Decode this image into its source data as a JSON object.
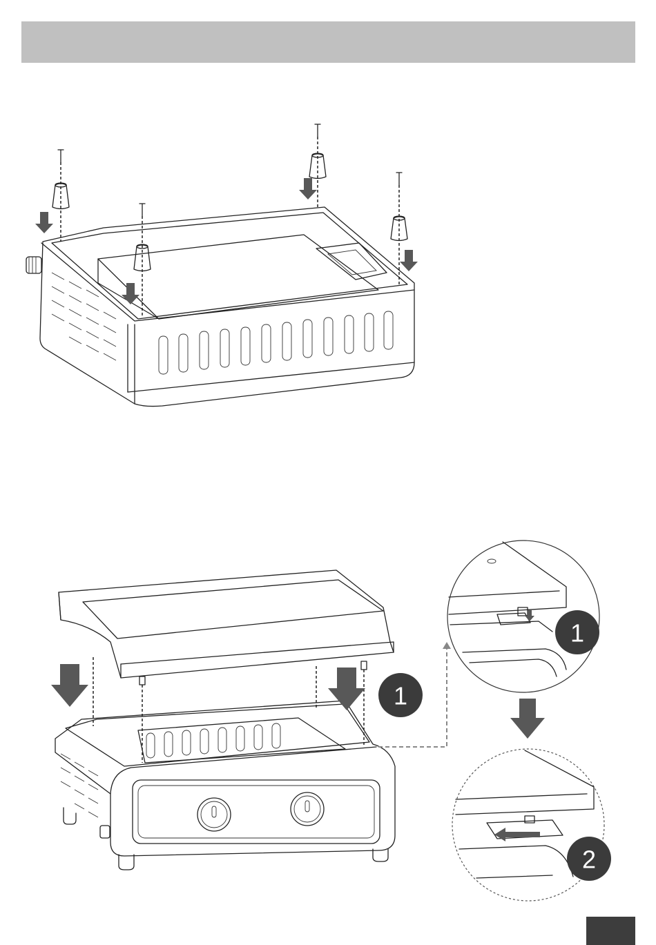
{
  "colors": {
    "header_bar": "#c0c0c0",
    "page_tab": "#3d3d3d",
    "arrow": "#585858",
    "badge": "#3b3b3b"
  },
  "steps": {
    "detail_top": {
      "number": "1"
    },
    "detail_bottom": {
      "number": "2"
    },
    "griddle_main": {
      "number": "1"
    }
  },
  "icons": [
    "arrow-down-icon",
    "arrow-left-icon"
  ]
}
